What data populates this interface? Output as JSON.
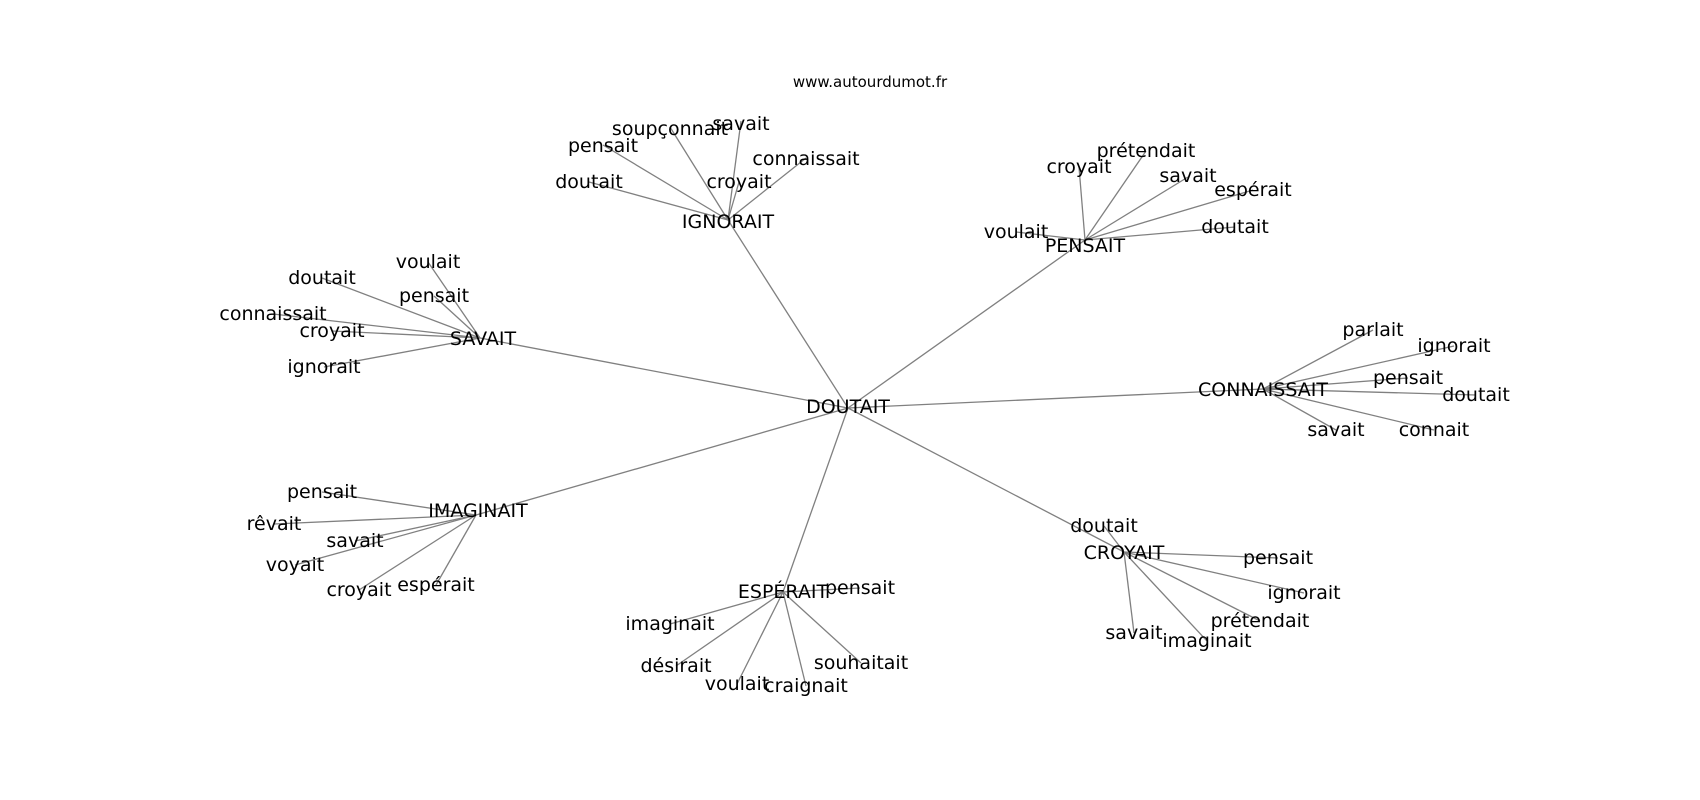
{
  "watermark": "www.autourdumot.fr",
  "colors": {
    "edge": "#808080",
    "text": "#000000",
    "background": "#ffffff"
  },
  "center": "DOUTAIT",
  "clusters": [
    {
      "id": "ignorait",
      "hub": "IGNORAIT",
      "leaves": [
        "soupçonnait",
        "savait",
        "pensait",
        "connaissait",
        "doutait",
        "croyait"
      ]
    },
    {
      "id": "pensait",
      "hub": "PENSAIT",
      "leaves": [
        "prétendait",
        "croyait",
        "savait",
        "espérait",
        "voulait",
        "doutait"
      ]
    },
    {
      "id": "savait",
      "hub": "SAVAIT",
      "leaves": [
        "voulait",
        "doutait",
        "pensait",
        "connaissait",
        "croyait",
        "ignorait"
      ]
    },
    {
      "id": "connaissait",
      "hub": "CONNAISSAIT",
      "leaves": [
        "parlait",
        "ignorait",
        "pensait",
        "doutait",
        "savait",
        "connait"
      ]
    },
    {
      "id": "imaginait",
      "hub": "IMAGINAIT",
      "leaves": [
        "pensait",
        "rêvait",
        "savait",
        "voyait",
        "croyait",
        "espérait"
      ]
    },
    {
      "id": "esperait",
      "hub": "ESPÉRAIT",
      "leaves": [
        "pensait",
        "imaginait",
        "désirait",
        "voulait",
        "craignait",
        "souhaitait"
      ]
    },
    {
      "id": "croyait",
      "hub": "CROYAIT",
      "leaves": [
        "doutait",
        "pensait",
        "ignorait",
        "prétendait",
        "savait",
        "imaginait"
      ]
    }
  ]
}
